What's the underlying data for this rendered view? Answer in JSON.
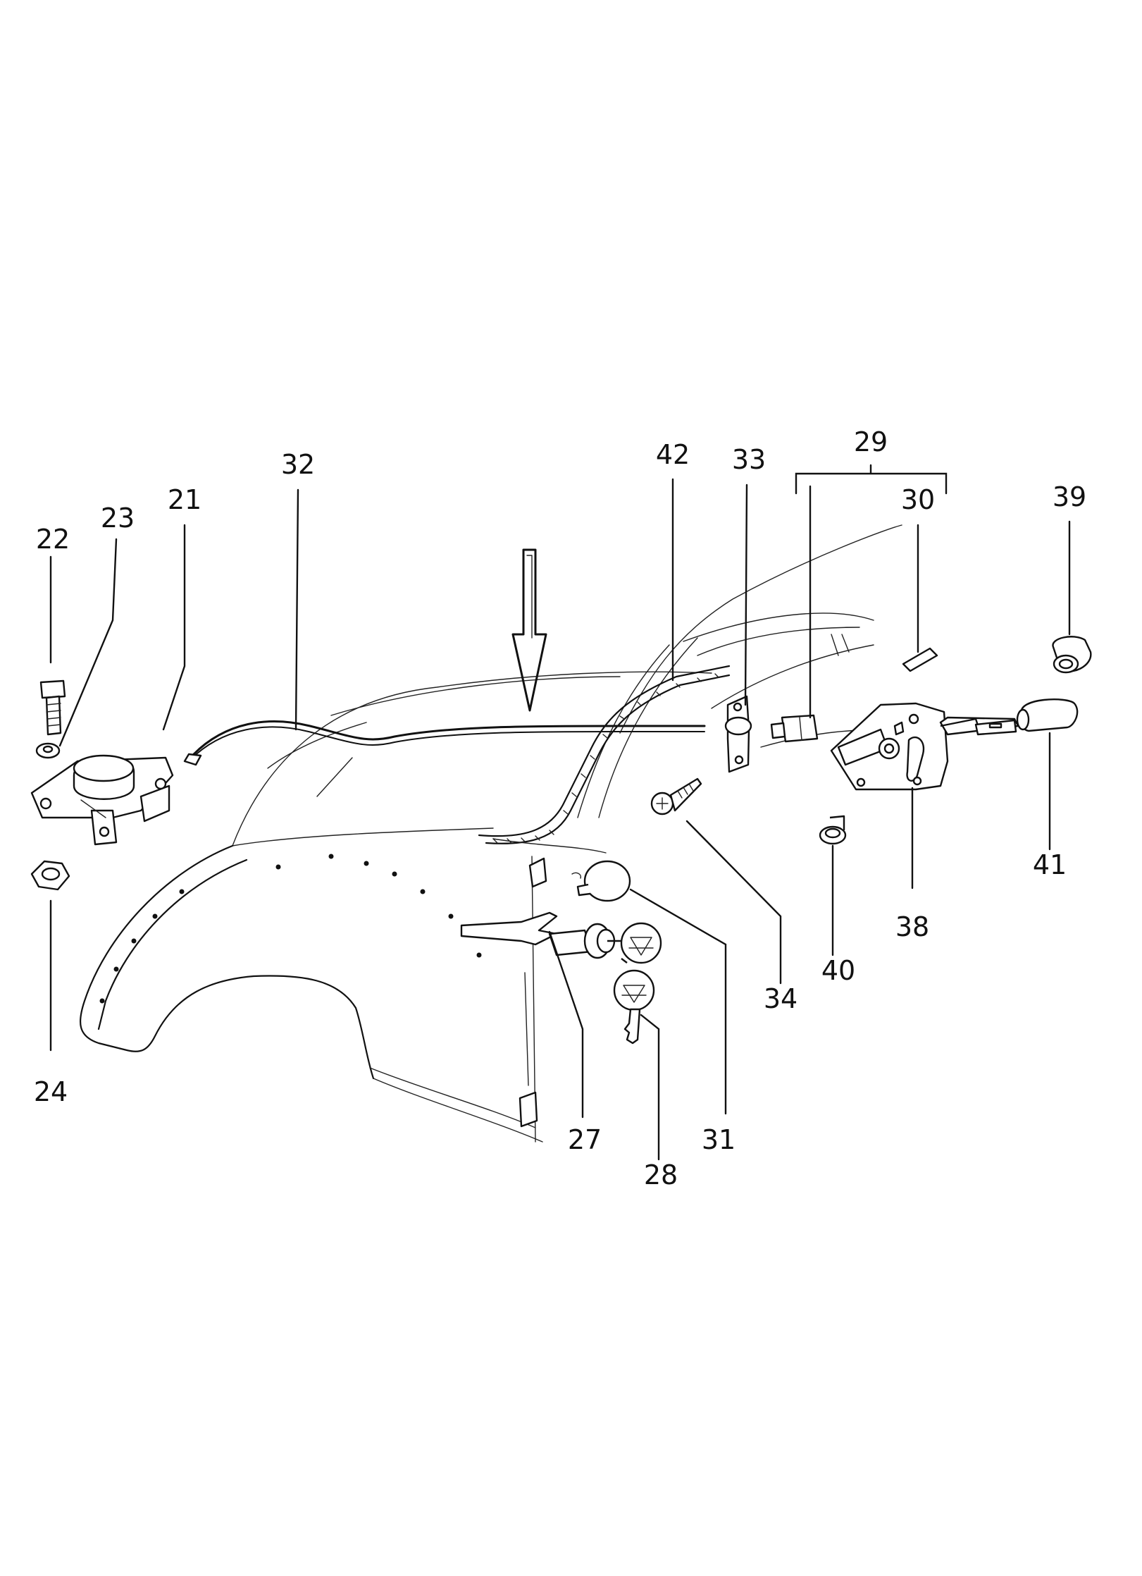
{
  "callouts": {
    "c21": "21",
    "c22": "22",
    "c23": "23",
    "c24": "24",
    "c27": "27",
    "c28": "28",
    "c29": "29",
    "c30": "30",
    "c31": "31",
    "c32": "32",
    "c33": "33",
    "c34": "34",
    "c38": "38",
    "c39": "39",
    "c40": "40",
    "c41": "41",
    "c42": "42"
  },
  "colors": {
    "ink": "#111111",
    "background": "#ffffff"
  }
}
